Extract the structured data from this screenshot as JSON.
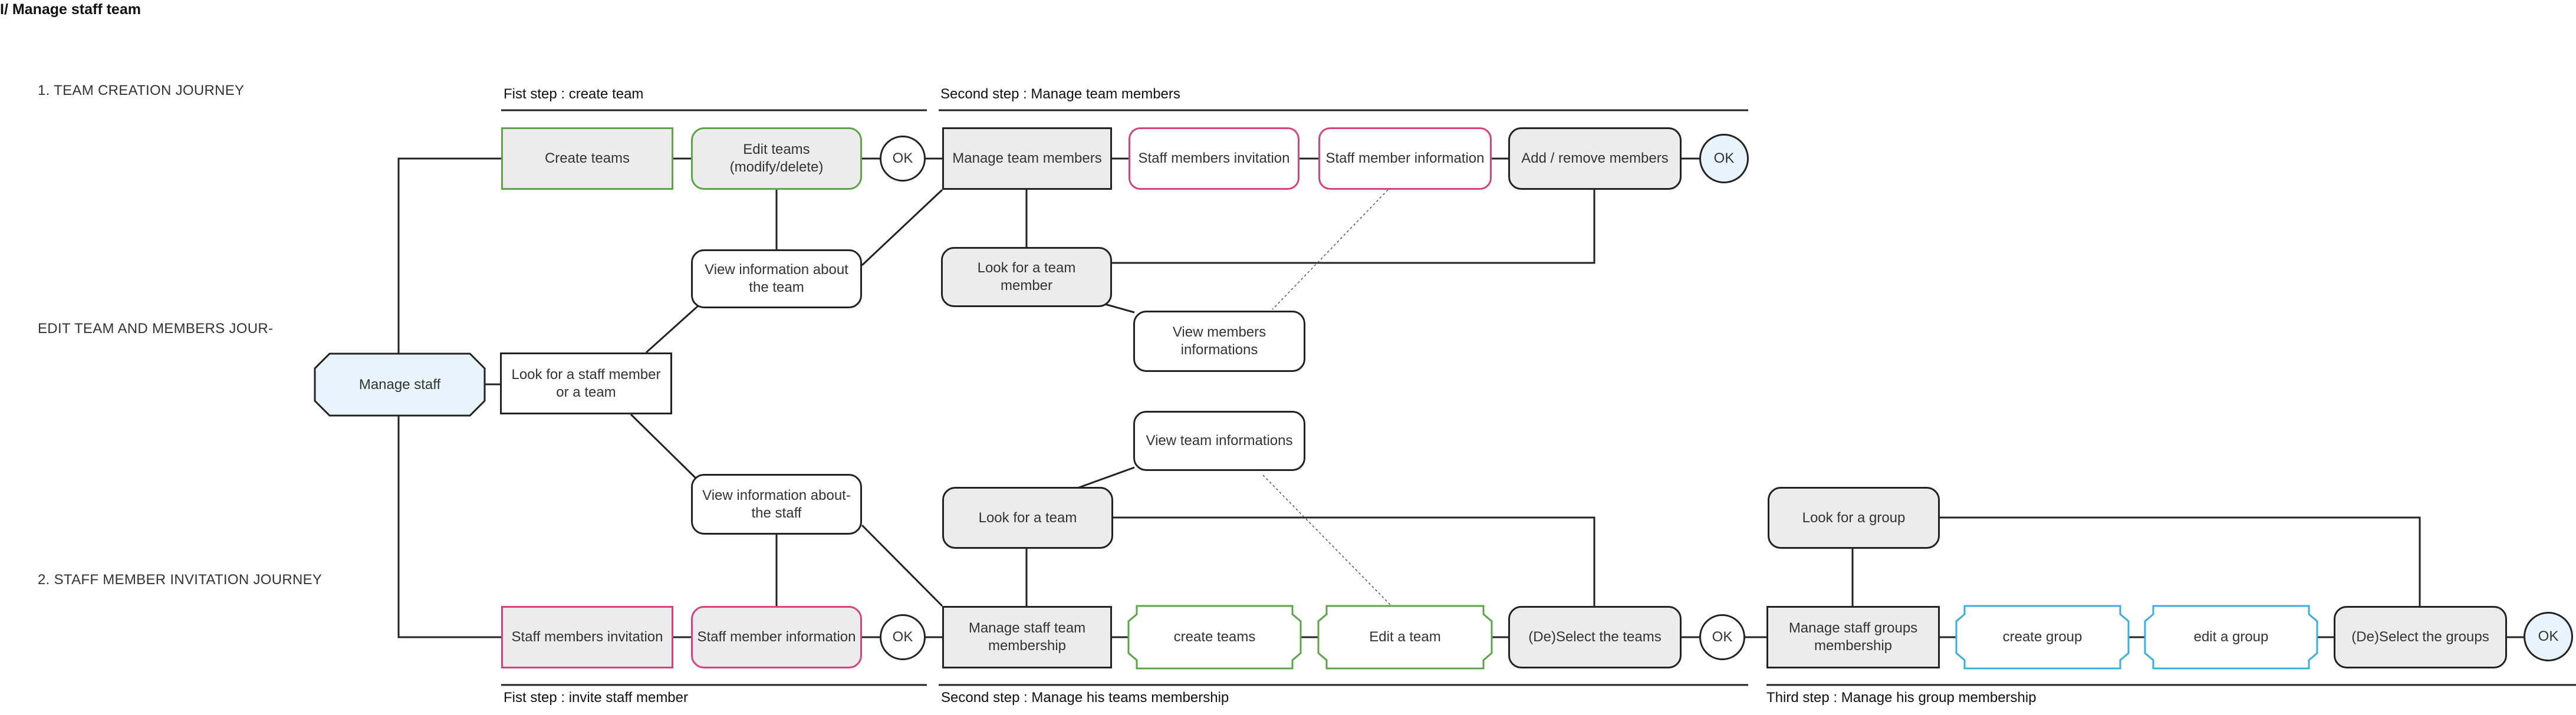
{
  "page_title": "I/ Manage staff team",
  "journeys": {
    "team_creation": "1. TEAM CREATION JOURNEY",
    "edit_team": "EDIT TEAM AND MEMBERS JOUR-",
    "staff_invitation": "2. STAFF MEMBER INVITATION JOURNEY"
  },
  "steps": {
    "first_create": "Fist step : create team",
    "second_manage": "Second step : Manage team members",
    "first_invite": "Fist step : invite staff member",
    "second_teams": "Second step : Manage his teams membership",
    "third_group": "Third step : Manage his group membership"
  },
  "nodes": {
    "manage_staff": "Manage staff",
    "look_for_staff_or_team": "Look for a staff member or a team",
    "create_teams": "Create teams",
    "edit_teams": "Edit teams (modify/delete)",
    "ok_1": "OK",
    "view_info_team": "View information about the team",
    "manage_team_members": "Manage team members",
    "staff_members_invitation_top": "Staff members invitation",
    "staff_member_information_top": "Staff member information",
    "add_remove_members": "Add / remove members",
    "ok_2": "OK",
    "look_for_team_member": "Look for a team member",
    "view_members_informations": "View members informations",
    "view_info_staff": "View information about- the  staff",
    "view_team_informations": "View team informations",
    "look_for_team": "Look for a team",
    "staff_members_invitation_bottom": "Staff members invitation",
    "staff_member_information_bottom": "Staff member information",
    "ok_3": "OK",
    "manage_staff_team_membership": "Manage  staff team membership",
    "create_teams_bottom": "create teams",
    "edit_a_team": "Edit a team",
    "deselect_teams": "(De)Select the teams",
    "ok_4": "OK",
    "look_for_group": "Look for a group",
    "manage_staff_groups_membership": "Manage staff groups membership",
    "create_group": "create group",
    "edit_a_group": "edit a group",
    "deselect_groups": "(De)Select the groups",
    "ok_5": "OK"
  },
  "colors": {
    "green_border": "#5aa546",
    "pink_border": "#d6417f",
    "blue_border": "#3aaee0",
    "blue_fill": "#e8f4fb",
    "gray_fill": "#ececec"
  }
}
